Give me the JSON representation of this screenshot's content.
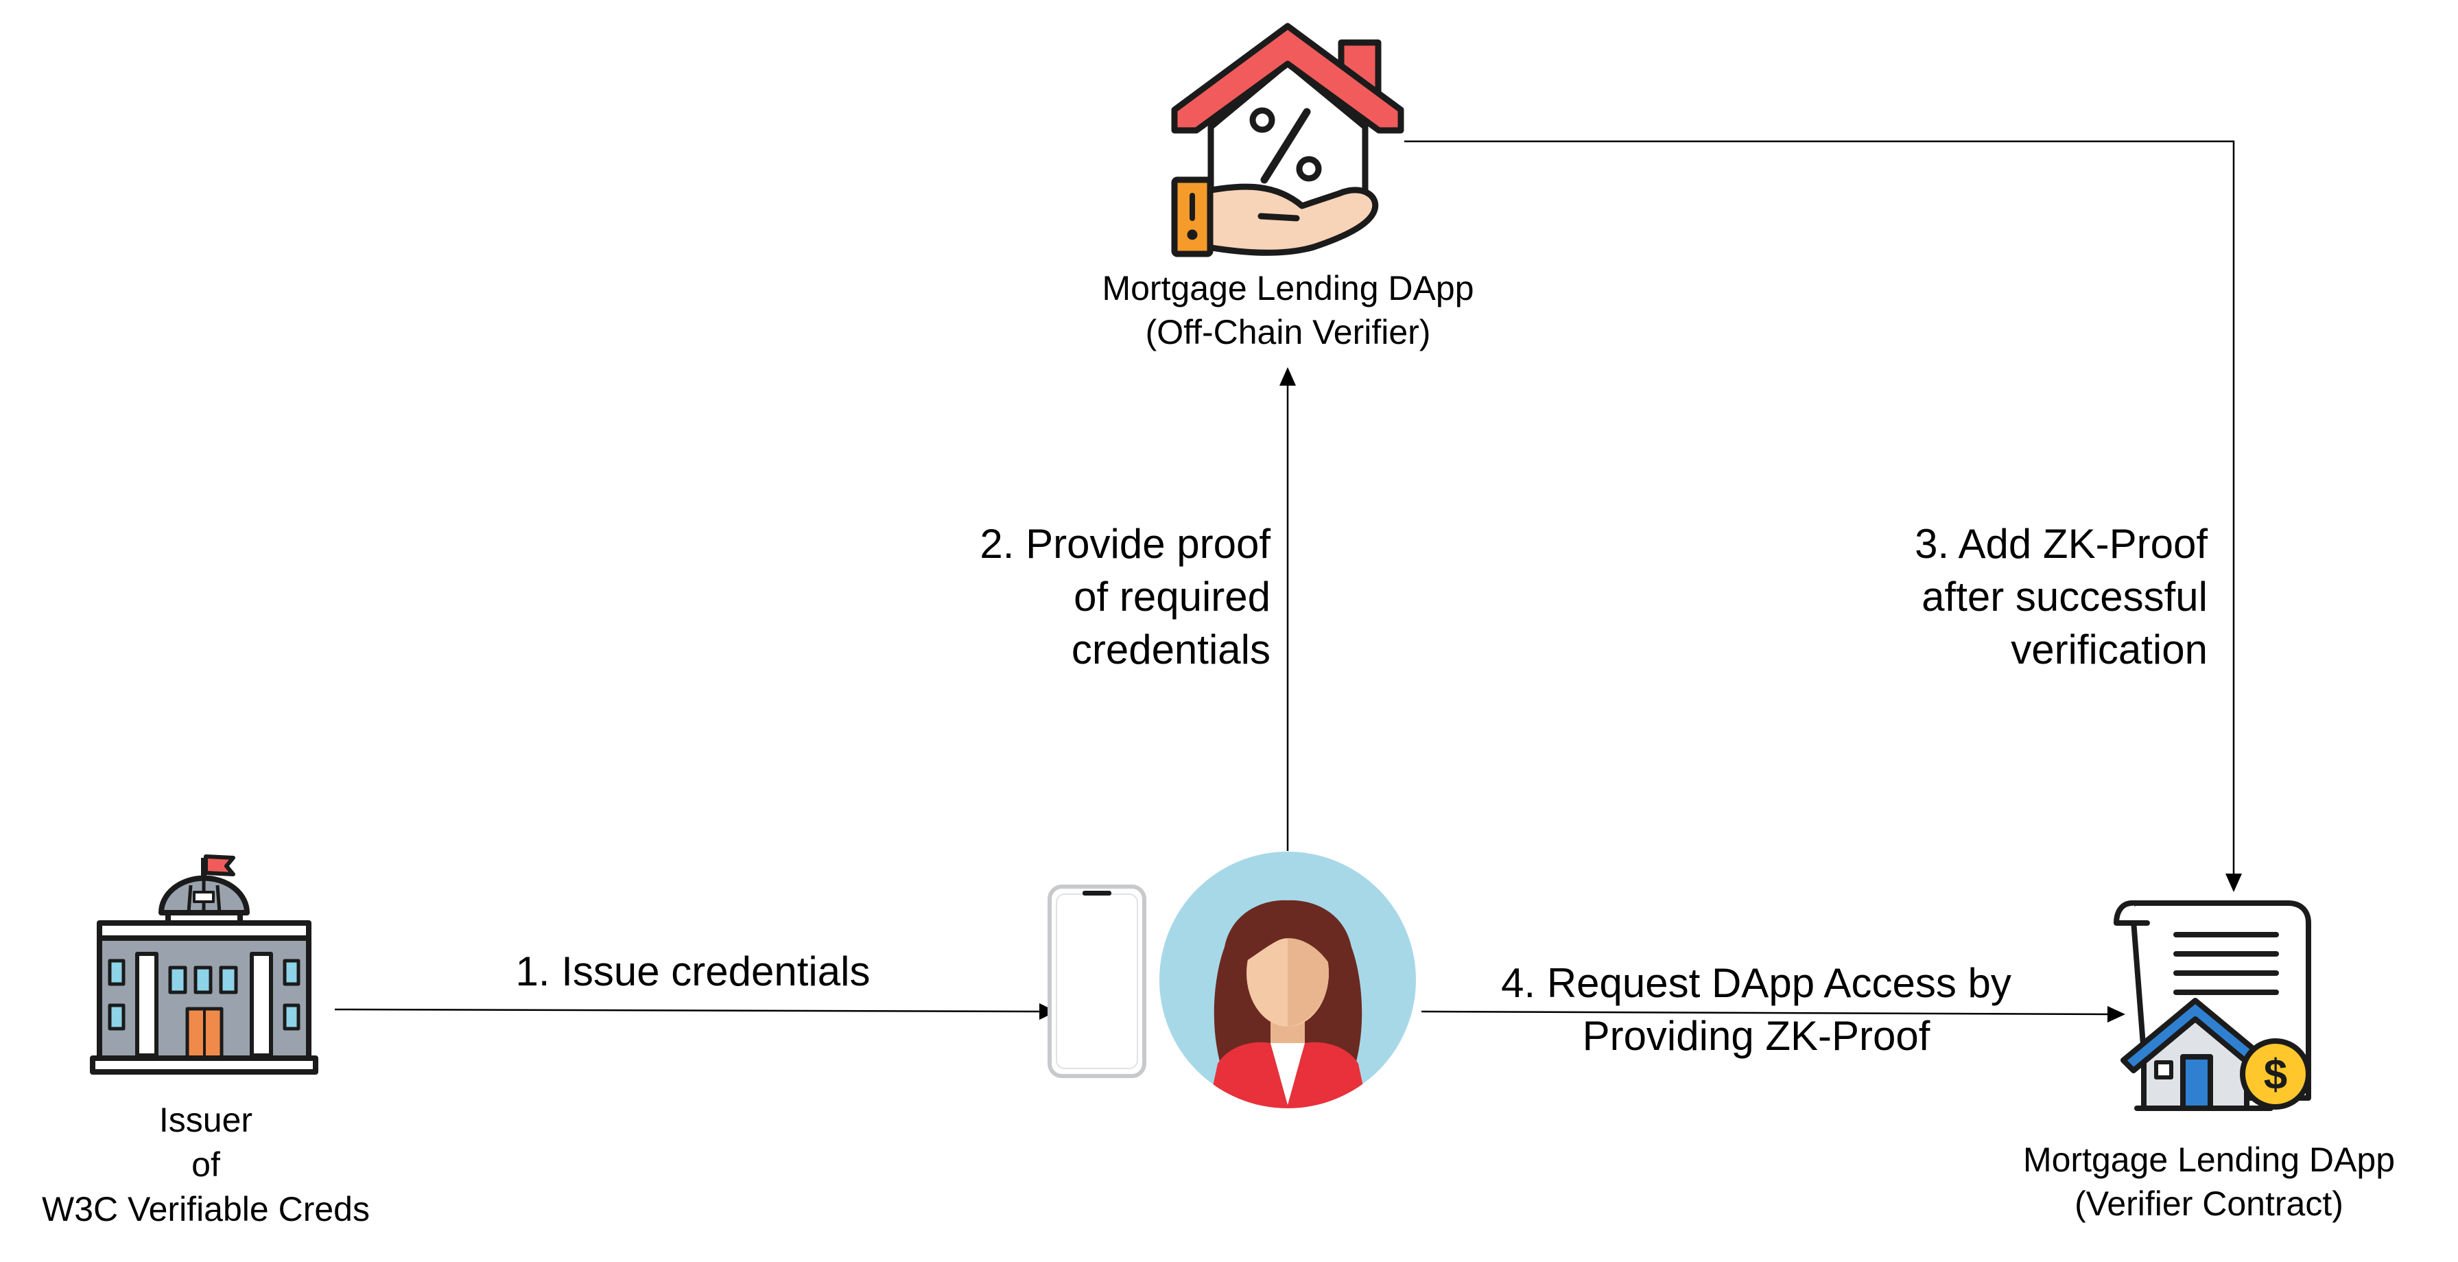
{
  "nodes": {
    "issuer": {
      "line1": "Issuer",
      "line2": "of",
      "line3": "W3C Verifiable Creds",
      "icon": "government-building-icon"
    },
    "offchain_verifier": {
      "line1": "Mortgage Lending DApp",
      "line2": "(Off-Chain Verifier)",
      "icon": "house-percent-hand-icon"
    },
    "verifier_contract": {
      "line1": "Mortgage Lending DApp",
      "line2": "(Verifier Contract)",
      "icon": "house-contract-dollar-icon"
    },
    "user": {
      "icons": [
        "smartphone-icon",
        "woman-avatar-icon"
      ]
    }
  },
  "edges": {
    "issue": {
      "label": "1. Issue credentials"
    },
    "provide_proof": {
      "line1": "2. Provide proof",
      "line2": "of required",
      "line3": "credentials"
    },
    "add_zk": {
      "line1": "3. Add ZK-Proof",
      "line2": "after successful",
      "line3": "verification"
    },
    "request_access": {
      "line1": "4. Request DApp Access by",
      "line2": "Providing ZK-Proof"
    }
  },
  "colors": {
    "roof_red": "#f25b5b",
    "skin": "#f7d3b8",
    "hand_orange": "#f59b2b",
    "avatar_bg": "#a7d8e8",
    "hair": "#6b2a21",
    "jacket": "#e8313b",
    "blue": "#2f80d1",
    "coin_yellow": "#ffc72c",
    "building_gray": "#9aa3ad",
    "window_blue": "#8fd3e8",
    "door_orange": "#f08a4b",
    "outline": "#1b1b1b"
  }
}
